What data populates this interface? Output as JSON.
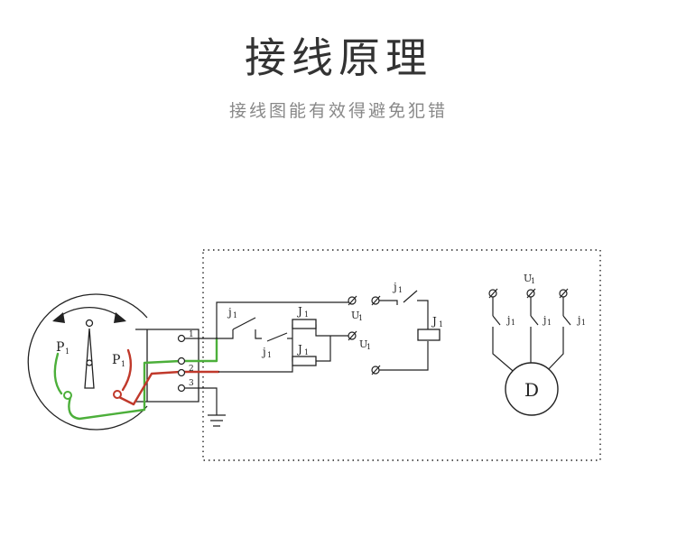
{
  "header": {
    "title": "接线原理",
    "subtitle": "接线图能有效得避免犯错"
  },
  "colors": {
    "line": "#222222",
    "green_wire": "#4caf3a",
    "red_wire": "#c0392b",
    "title": "#333333",
    "subtitle": "#888888"
  },
  "gauge": {
    "left_pointer_label": "P",
    "right_pointer_label": "P",
    "pointer_subscript": "1"
  },
  "terminals": [
    "1",
    "2",
    "3"
  ],
  "circuit": {
    "relay_contact_label": "j",
    "relay_coil_label": "J",
    "voltage_label": "U",
    "subscript": "1",
    "motor_label": "D"
  }
}
